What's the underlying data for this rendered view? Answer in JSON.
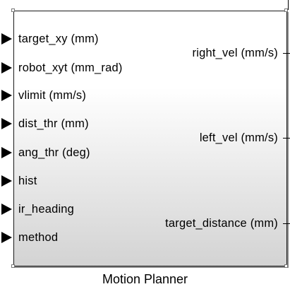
{
  "block": {
    "name": "Motion Planner",
    "inputs": [
      {
        "label": "target_xy (mm)"
      },
      {
        "label": "robot_xyt (mm_rad)"
      },
      {
        "label": "vlimit (mm/s)"
      },
      {
        "label": "dist_thr (mm)"
      },
      {
        "label": "ang_thr (deg)"
      },
      {
        "label": "hist"
      },
      {
        "label": "ir_heading"
      },
      {
        "label": "method"
      }
    ],
    "outputs": [
      {
        "label": "right_vel (mm/s)"
      },
      {
        "label": "left_vel (mm/s)"
      },
      {
        "label": "target_distance (mm)"
      }
    ]
  },
  "colors": {
    "border": "#1a1a1a",
    "gradient_top": "#ffffff",
    "gradient_bottom": "#d3d3d3",
    "port_arrow": "#000000"
  }
}
